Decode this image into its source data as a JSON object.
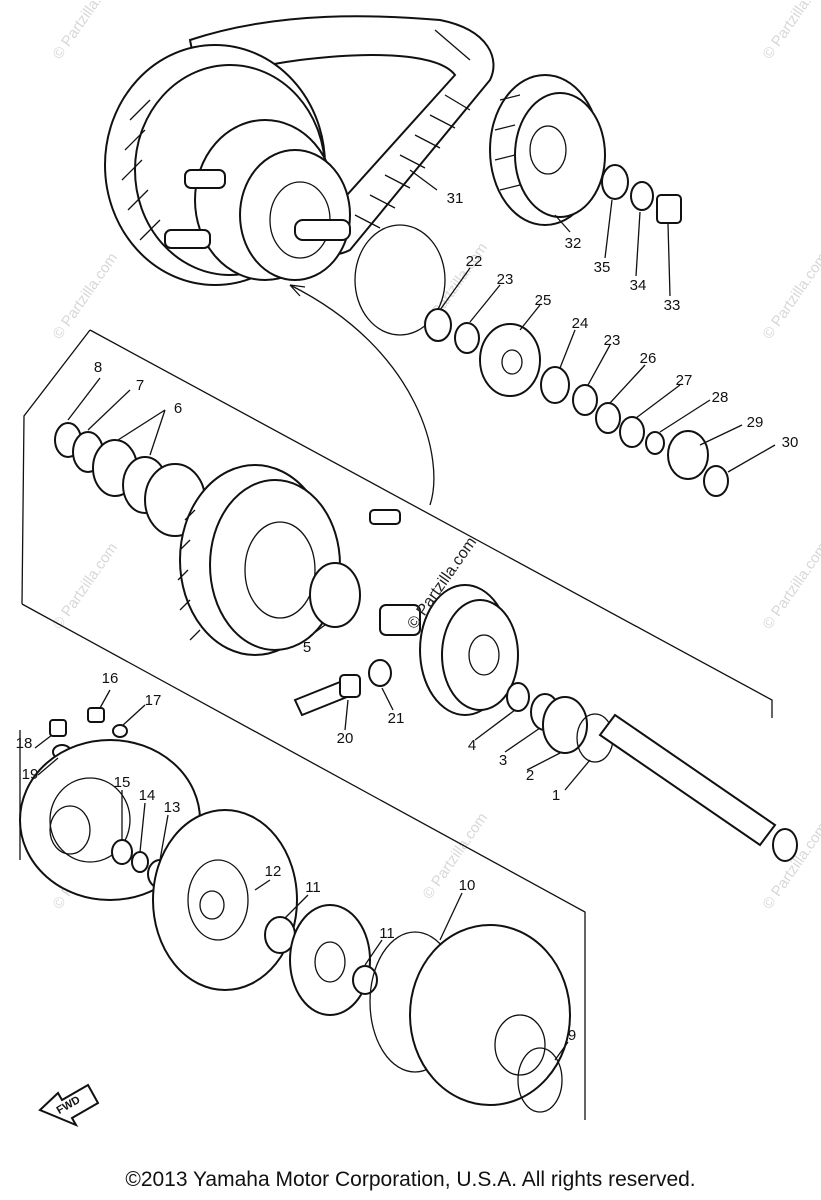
{
  "diagram": {
    "watermark_main": "© Partzilla.com",
    "watermark_repeat": "© Partzilla.com",
    "fwd_label": "FWD",
    "callouts": [
      {
        "id": "1",
        "text": "1"
      },
      {
        "id": "2",
        "text": "2"
      },
      {
        "id": "3",
        "text": "3"
      },
      {
        "id": "4",
        "text": "4"
      },
      {
        "id": "5",
        "text": "5"
      },
      {
        "id": "6",
        "text": "6"
      },
      {
        "id": "7",
        "text": "7"
      },
      {
        "id": "8",
        "text": "8"
      },
      {
        "id": "9",
        "text": "9"
      },
      {
        "id": "10",
        "text": "10"
      },
      {
        "id": "11a",
        "text": "11"
      },
      {
        "id": "11b",
        "text": "11"
      },
      {
        "id": "12",
        "text": "12"
      },
      {
        "id": "13",
        "text": "13"
      },
      {
        "id": "14",
        "text": "14"
      },
      {
        "id": "15",
        "text": "15"
      },
      {
        "id": "16",
        "text": "16"
      },
      {
        "id": "17",
        "text": "17"
      },
      {
        "id": "18",
        "text": "18"
      },
      {
        "id": "19",
        "text": "19"
      },
      {
        "id": "20",
        "text": "20"
      },
      {
        "id": "21",
        "text": "21"
      },
      {
        "id": "22",
        "text": "22"
      },
      {
        "id": "23a",
        "text": "23"
      },
      {
        "id": "23b",
        "text": "23"
      },
      {
        "id": "24",
        "text": "24"
      },
      {
        "id": "25",
        "text": "25"
      },
      {
        "id": "26",
        "text": "26"
      },
      {
        "id": "27",
        "text": "27"
      },
      {
        "id": "28",
        "text": "28"
      },
      {
        "id": "29",
        "text": "29"
      },
      {
        "id": "30",
        "text": "30"
      },
      {
        "id": "31",
        "text": "31"
      },
      {
        "id": "32",
        "text": "32"
      },
      {
        "id": "33",
        "text": "33"
      },
      {
        "id": "34",
        "text": "34"
      },
      {
        "id": "35",
        "text": "35"
      }
    ]
  },
  "footer": {
    "copyright": "©2013 Yamaha Motor Corporation, U.S.A. All rights reserved."
  }
}
